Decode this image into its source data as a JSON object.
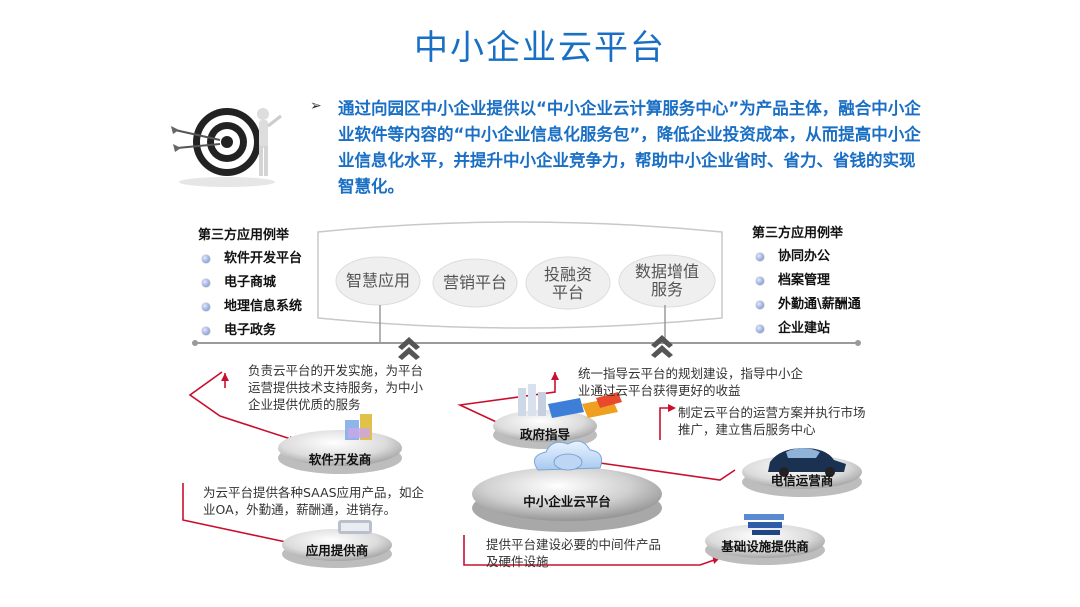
{
  "title": "中小企业云平台",
  "intro": "通过向园区中小企业提供以“中小企业云计算服务中心”为产品主体，融合中小企业软件等内容的“中小企业信息化服务包”，降低企业投资成本，从而提高中小企业信息化水平，并提升中小企业竞争力，帮助中小企业省时、省力、省钱的实现智慧化。",
  "left_apps": {
    "title": "第三方应用例举",
    "items": [
      "软件开发平台",
      "电子商城",
      "地理信息系统",
      "电子政务"
    ]
  },
  "right_apps": {
    "title": "第三方应用例举",
    "items": [
      "协同办公",
      "档案管理",
      "外勤通\\薪酬通",
      "企业建站"
    ]
  },
  "platform_apps": {
    "app1": "智慧应用",
    "app2": "营销平台",
    "app3_line1": "投融资",
    "app3_line2": "平台",
    "app4_line1": "数据增值",
    "app4_line2": "服务"
  },
  "participants": {
    "software_dev": "软件开发商",
    "government": "政府指导",
    "center": "中小企业云平台",
    "telecom": "电信运营商",
    "app_provider": "应用提供商",
    "infra": "基础设施提供商"
  },
  "notes": {
    "software_dev_line1": "负责云平台的开发实施，为平台",
    "software_dev_line2": "运营提供技术支持服务，为中小",
    "software_dev_line3": "企业提供优质的服务",
    "gov_line1": "统一指导云平台的规划建设，指导中小企",
    "gov_line2": "业通过云平台获得更好的收益",
    "telecom_line1": "制定云平台的运营方案并执行市场",
    "telecom_line2": "推广，建立售后服务中心",
    "app_line1": "为云平台提供各种SAAS应用产品，如企",
    "app_line2": "业OA，外勤通，薪酬通，进销存。",
    "infra_line1": "提供平台建设必要的中间件产品",
    "infra_line2": "及硬件设施"
  },
  "colors": {
    "title_blue": "#1a6fc4",
    "connector_red": "#c8102e"
  }
}
